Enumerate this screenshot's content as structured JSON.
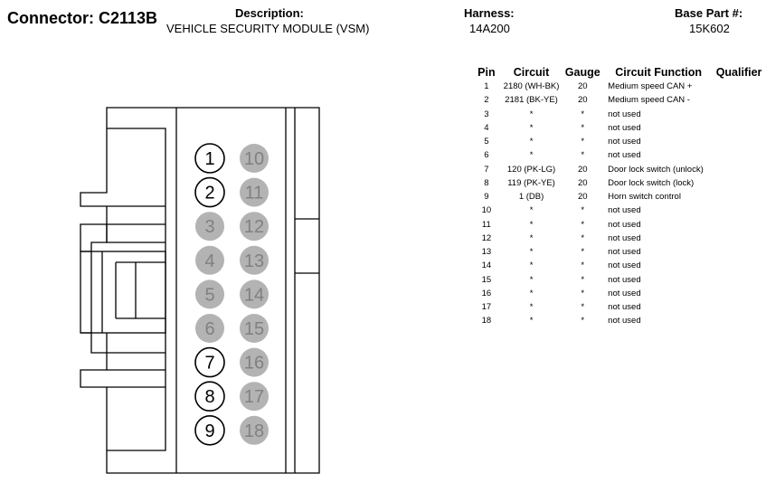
{
  "header": {
    "connector_title": "Connector: C2113B",
    "description_label": "Description:",
    "description_value": "VEHICLE SECURITY MODULE (VSM)",
    "harness_label": "Harness:",
    "harness_value": "14A200",
    "base_part_label": "Base Part #:",
    "base_part_value": "15K602"
  },
  "table": {
    "columns": [
      "Pin",
      "Circuit",
      "Gauge",
      "Circuit Function",
      "Qualifier"
    ],
    "rows": [
      {
        "pin": "1",
        "circuit": "2180 (WH-BK)",
        "gauge": "20",
        "function": "Medium speed CAN +",
        "qualifier": ""
      },
      {
        "pin": "2",
        "circuit": "2181 (BK-YE)",
        "gauge": "20",
        "function": "Medium speed CAN -",
        "qualifier": ""
      },
      {
        "pin": "3",
        "circuit": "*",
        "gauge": "*",
        "function": "not used",
        "qualifier": ""
      },
      {
        "pin": "4",
        "circuit": "*",
        "gauge": "*",
        "function": "not used",
        "qualifier": ""
      },
      {
        "pin": "5",
        "circuit": "*",
        "gauge": "*",
        "function": "not used",
        "qualifier": ""
      },
      {
        "pin": "6",
        "circuit": "*",
        "gauge": "*",
        "function": "not used",
        "qualifier": ""
      },
      {
        "pin": "7",
        "circuit": "120 (PK-LG)",
        "gauge": "20",
        "function": "Door lock switch (unlock)",
        "qualifier": ""
      },
      {
        "pin": "8",
        "circuit": "119 (PK-YE)",
        "gauge": "20",
        "function": "Door lock switch (lock)",
        "qualifier": ""
      },
      {
        "pin": "9",
        "circuit": "1 (DB)",
        "gauge": "20",
        "function": "Horn switch control",
        "qualifier": ""
      },
      {
        "pin": "10",
        "circuit": "*",
        "gauge": "*",
        "function": "not used",
        "qualifier": ""
      },
      {
        "pin": "11",
        "circuit": "*",
        "gauge": "*",
        "function": "not used",
        "qualifier": ""
      },
      {
        "pin": "12",
        "circuit": "*",
        "gauge": "*",
        "function": "not used",
        "qualifier": ""
      },
      {
        "pin": "13",
        "circuit": "*",
        "gauge": "*",
        "function": "not used",
        "qualifier": ""
      },
      {
        "pin": "14",
        "circuit": "*",
        "gauge": "*",
        "function": "not used",
        "qualifier": ""
      },
      {
        "pin": "15",
        "circuit": "*",
        "gauge": "*",
        "function": "not used",
        "qualifier": ""
      },
      {
        "pin": "16",
        "circuit": "*",
        "gauge": "*",
        "function": "not used",
        "qualifier": ""
      },
      {
        "pin": "17",
        "circuit": "*",
        "gauge": "*",
        "function": "not used",
        "qualifier": ""
      },
      {
        "pin": "18",
        "circuit": "*",
        "gauge": "*",
        "function": "not used",
        "qualifier": ""
      }
    ]
  },
  "connector": {
    "pins": [
      {
        "label": "1",
        "used": true
      },
      {
        "label": "2",
        "used": true
      },
      {
        "label": "3",
        "used": false
      },
      {
        "label": "4",
        "used": false
      },
      {
        "label": "5",
        "used": false
      },
      {
        "label": "6",
        "used": false
      },
      {
        "label": "7",
        "used": true
      },
      {
        "label": "8",
        "used": true
      },
      {
        "label": "9",
        "used": true
      },
      {
        "label": "10",
        "used": false
      },
      {
        "label": "11",
        "used": false
      },
      {
        "label": "12",
        "used": false
      },
      {
        "label": "13",
        "used": false
      },
      {
        "label": "14",
        "used": false
      },
      {
        "label": "15",
        "used": false
      },
      {
        "label": "16",
        "used": false
      },
      {
        "label": "17",
        "used": false
      },
      {
        "label": "18",
        "used": false
      }
    ],
    "colors": {
      "used_fill": "#ffffff",
      "used_stroke": "#000000",
      "used_text": "#000000",
      "unused_fill": "#b3b3b3",
      "unused_text": "#808080"
    }
  }
}
